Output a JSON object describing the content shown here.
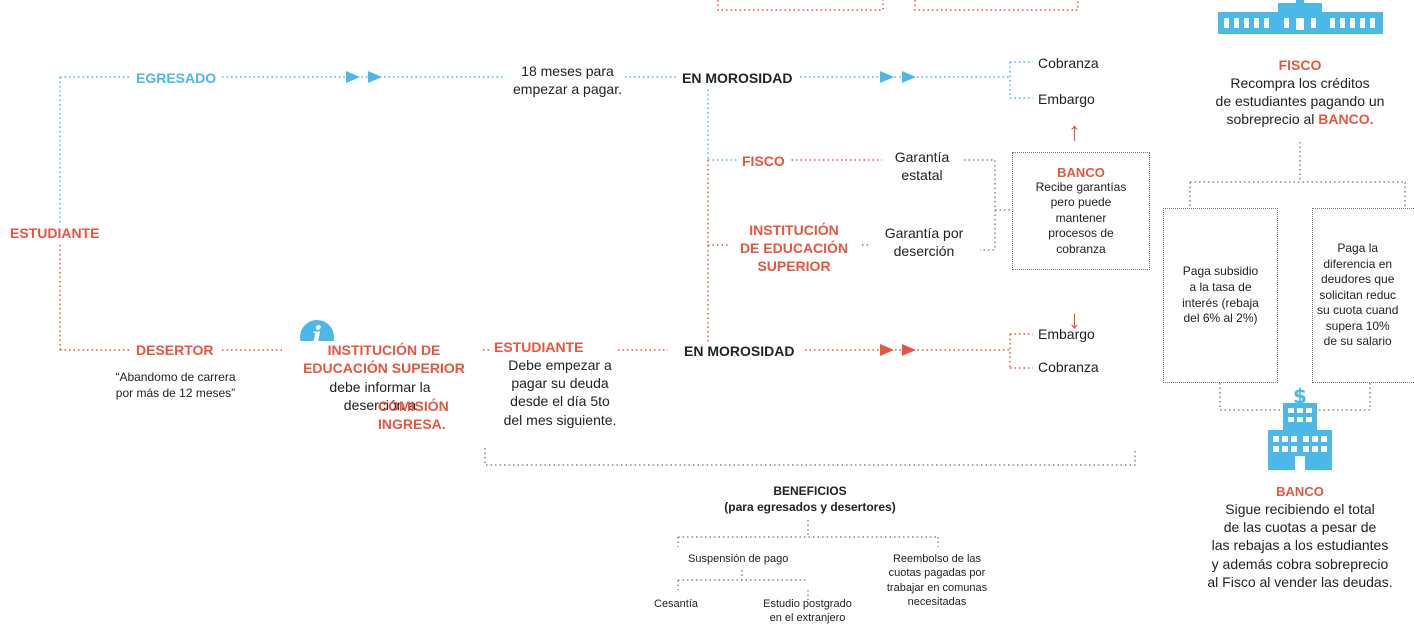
{
  "student": "ESTUDIANTE",
  "graduate": {
    "label": "EGRESADO",
    "grace": "18 meses para\nempezar a pagar.",
    "default": "EN MOROSIDAD",
    "collection": "Cobranza",
    "seizure": "Embargo"
  },
  "guarantees": {
    "fisco": "FISCO",
    "state_guarantee": "Garantía\nestatal",
    "institution": "INSTITUCIÓN\nDE EDUCACIÓN\nSUPERIOR",
    "dropout_guarantee": "Garantía por\ndeserción"
  },
  "bank_box": {
    "title": "BANCO",
    "text": "Recibe garantías\npero puede\nmantener\nprocesos de\ncobranza"
  },
  "dropout": {
    "label": "DESERTOR",
    "definition": "“Abandomo de carrera\npor más de 12 meses”",
    "institution": "INSTITUCIÓN DE\nEDUCACIÓN SUPERIOR",
    "inform_a": "debe informar la\ndeserción a",
    "commission": "COMISIÓN\nINGRESA.",
    "student": "ESTUDIANTE",
    "must_pay": "Debe empezar a\npagar su deuda\ndesde el día 5to\ndel mes siguiente.",
    "default": "EN MOROSIDAD",
    "seizure": "Embargo",
    "collection": "Cobranza"
  },
  "benefits": {
    "title": "BENEFICIOS\n(para egresados y desertores)",
    "suspension": "Suspensión de pago",
    "reimbursement": "Reembolso  de las\ncuotas pagadas por\ntrabajar en comunas\nnecesitadas",
    "unemployment": "Cesantía",
    "postgrad": "Estudio postgrado\nen el extranjero"
  },
  "right_panel": {
    "fisco_title": "FISCO",
    "fisco_text": "Recompra los créditos\nde estudiantes pagando un\nsobreprecio al",
    "fisco_bank": "BANCO.",
    "subsidy": "Paga subsidio\na la tasa de\ninterés (rebaja\ndel 6% al 2%)",
    "difference": "Paga la\ndiferencia en\ndeudores que\nsolicitan reduc\nsu cuota cuand\nsupera 10%\nde su salario",
    "bank_title": "BANCO",
    "bank_text": "Sigue recibiendo el total\nde las cuotas a pesar de\nlas rebajas a los estudiantes\ny además cobra sobreprecio\nal Fisco al vender las deudas."
  },
  "colors": {
    "red": "#e8553e",
    "blue": "#4ab9e8",
    "dots": "#777777"
  },
  "icons": [
    "government-building-icon",
    "info-icon",
    "bank-building-icon",
    "arrow-up-icon",
    "arrow-down-icon"
  ]
}
